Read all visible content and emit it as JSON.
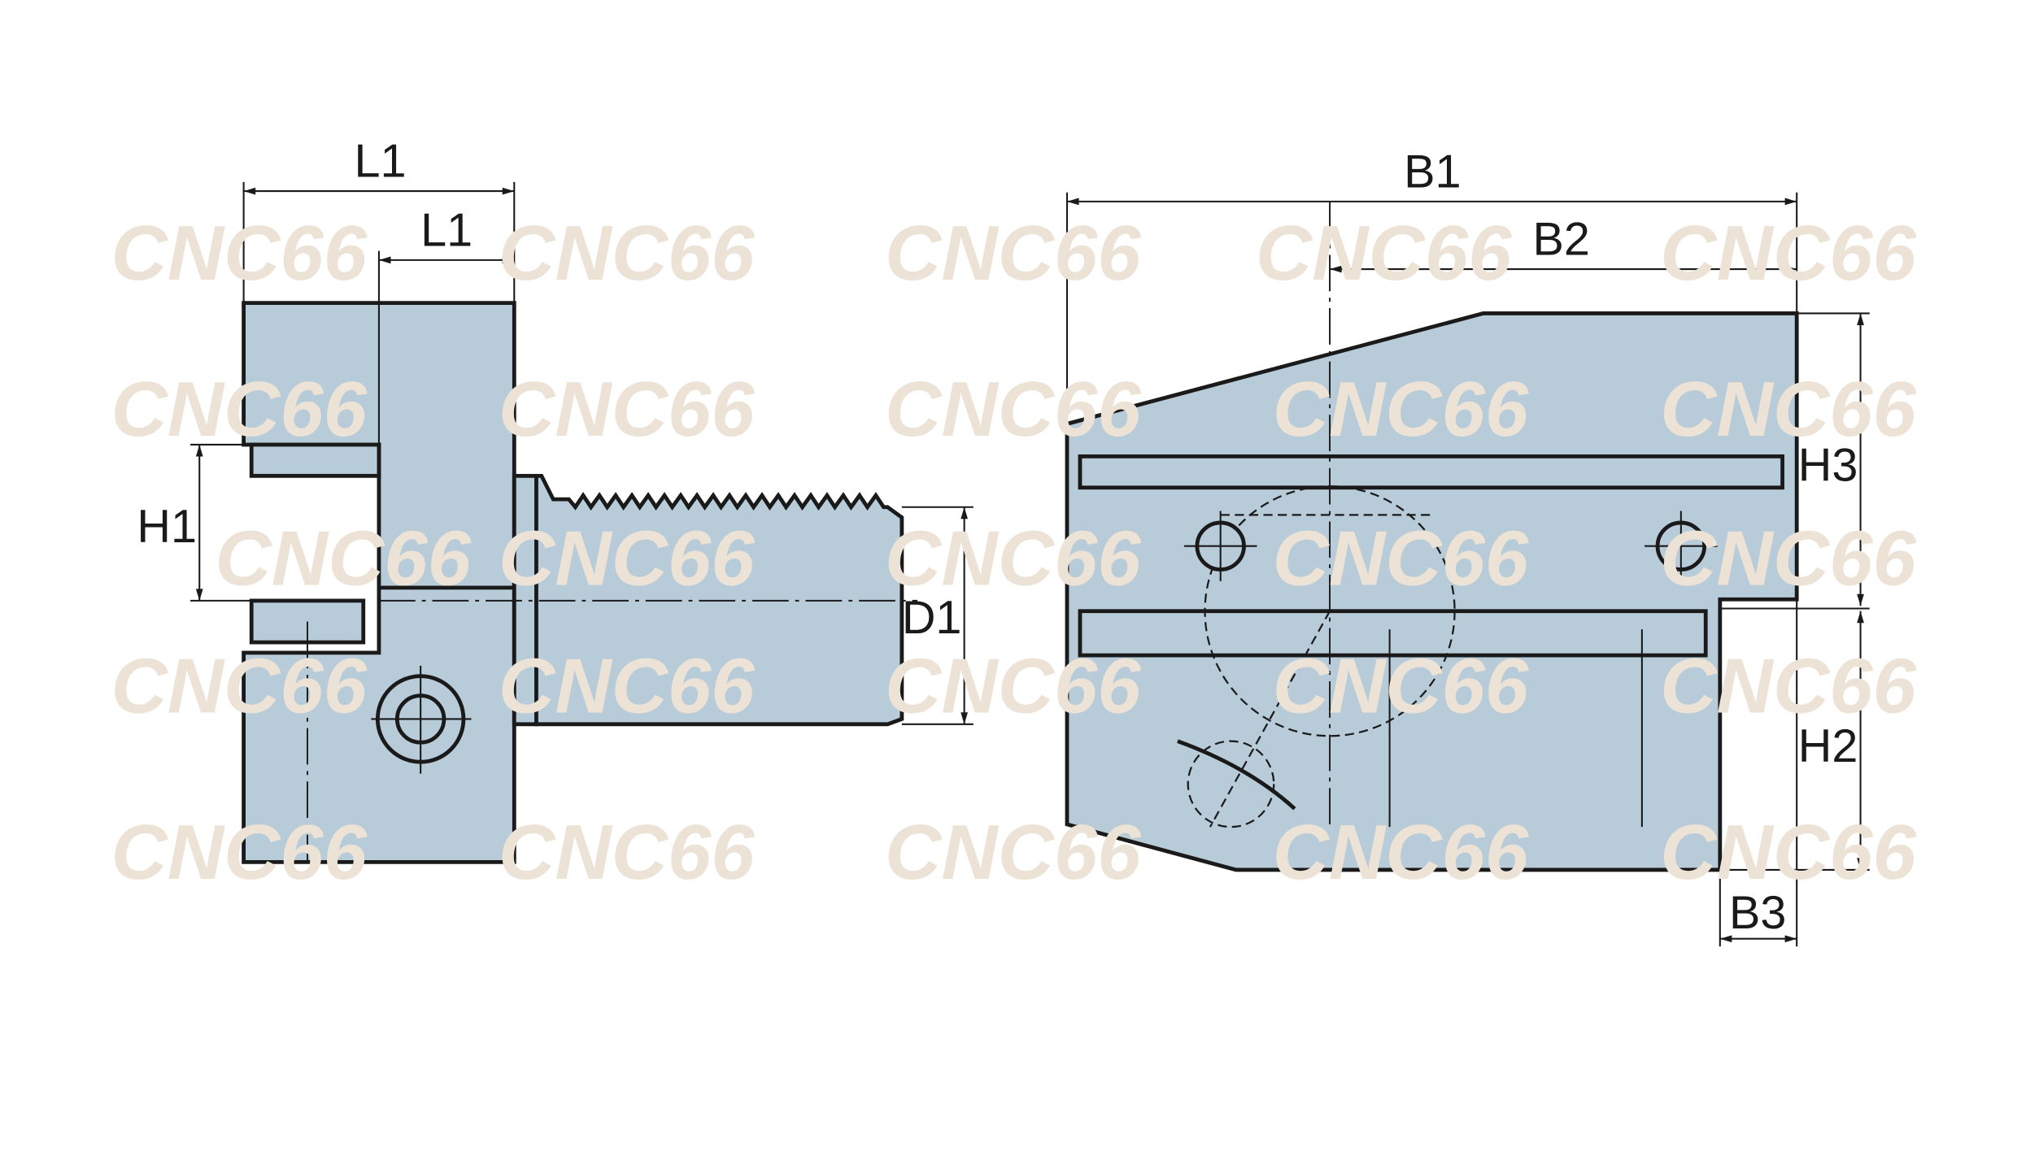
{
  "watermark": "CNC66",
  "colors": {
    "part_fill": "#b8cbd8",
    "line": "#1a1a1a"
  },
  "side_view": {
    "dims": {
      "l1_overall": "L1",
      "l1_partial": "L1",
      "h1": "H1",
      "d1": "D1"
    }
  },
  "front_view": {
    "dims": {
      "b1": "B1",
      "b2": "B2",
      "b3": "B3",
      "h2": "H2",
      "h3": "H3"
    }
  }
}
